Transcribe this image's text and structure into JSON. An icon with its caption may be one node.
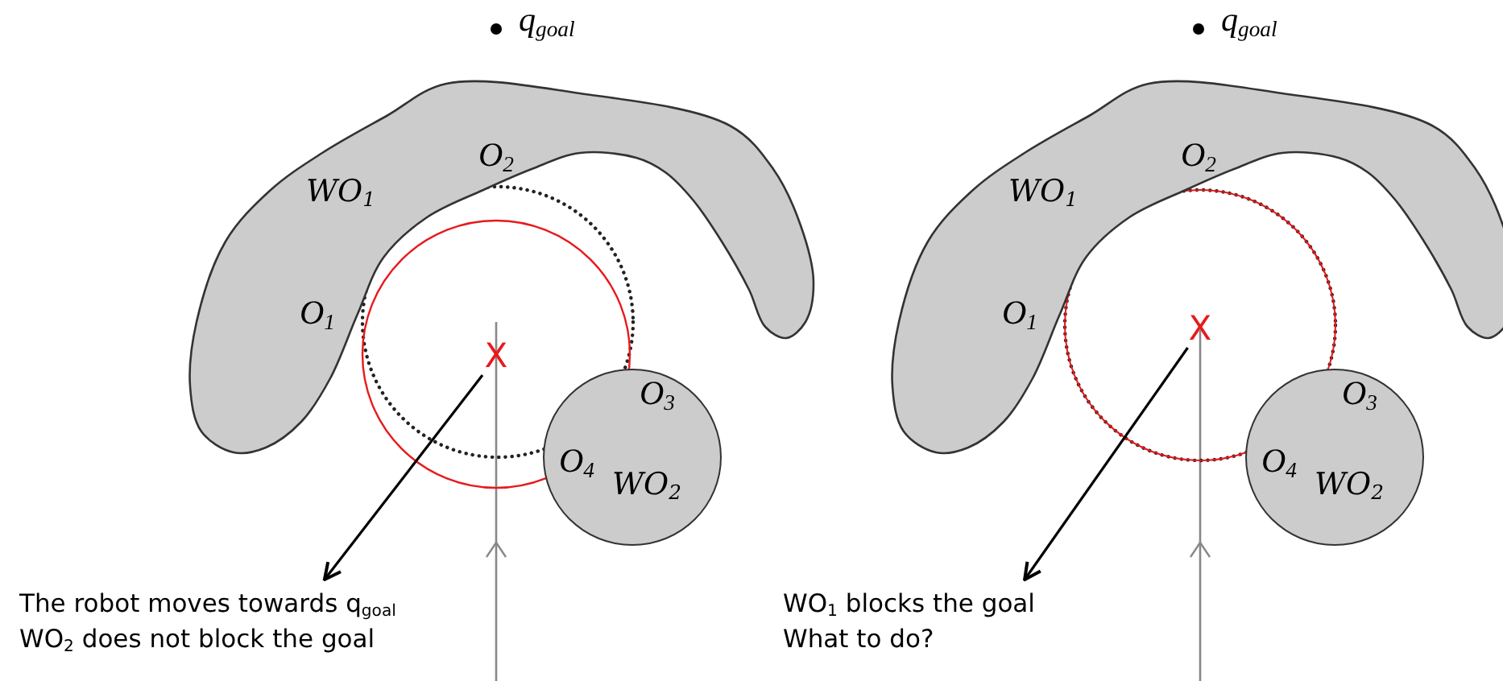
{
  "diagram": {
    "nodes": [
      {
        "text": [
          "WO$_{1}$"
        ]
      },
      {
        "text": [
          "WO$_{2}$"
        ]
      },
      {
        "text": [
          "X"
        ]
      },
      {
        "text": [
          "The robot moves towards q$_{goal}$",
          "WO$_{2}$ does not block the goal"
        ]
      },
      {
        "text": [
          "WO$_{1}$"
        ]
      },
      {
        "text": [
          "WO$_{2}$"
        ]
      },
      {
        "text": [
          "X"
        ]
      },
      {
        "text": [
          "WO$_{1}$ blocks the goal",
          "What to do?"
        ]
      }
    ],
    "edges": [
      {
        "from": 2,
        "to": 3,
        "arrow": "to"
      },
      {
        "from": 6,
        "to": 7,
        "arrow": "to"
      }
    ],
    "labels": [
      "*q*$_{goal}$",
      "O$_{2}$",
      "O$_{1}$",
      "O$_{3}$",
      "O$_{4}$",
      "*q*$_{goal}$",
      "O$_{2}$",
      "O$_{1}$",
      "O$_{3}$",
      "O$_{4}$"
    ]
  }
}
